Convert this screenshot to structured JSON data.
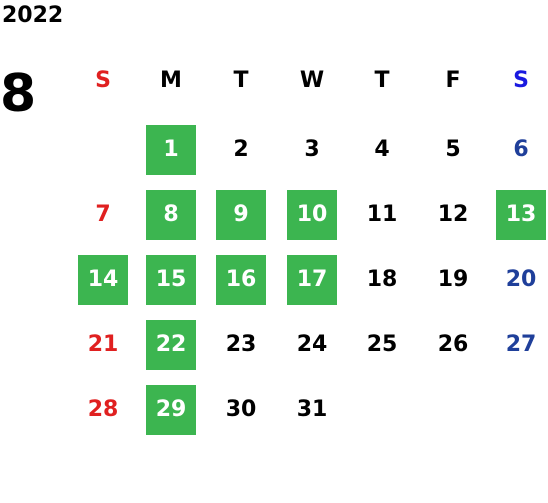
{
  "year": "2022",
  "month": "8",
  "colors": {
    "highlight": "#3cb550",
    "sunday": "#e02020",
    "saturday": "#1f3f9a",
    "saturday_header": "#1a1ae0",
    "weekday": "#000000",
    "highlight_text": "#ffffff"
  },
  "weekdays": [
    "S",
    "M",
    "T",
    "W",
    "T",
    "F",
    "S"
  ],
  "first_weekday_index": 1,
  "days": [
    {
      "label": "1",
      "highlighted": true
    },
    {
      "label": "2",
      "highlighted": false
    },
    {
      "label": "3",
      "highlighted": false
    },
    {
      "label": "4",
      "highlighted": false
    },
    {
      "label": "5",
      "highlighted": false
    },
    {
      "label": "6",
      "highlighted": false
    },
    {
      "label": "7",
      "highlighted": false
    },
    {
      "label": "8",
      "highlighted": true
    },
    {
      "label": "9",
      "highlighted": true
    },
    {
      "label": "10",
      "highlighted": true
    },
    {
      "label": "11",
      "highlighted": false
    },
    {
      "label": "12",
      "highlighted": false
    },
    {
      "label": "13",
      "highlighted": true
    },
    {
      "label": "14",
      "highlighted": true
    },
    {
      "label": "15",
      "highlighted": true
    },
    {
      "label": "16",
      "highlighted": true
    },
    {
      "label": "17",
      "highlighted": true
    },
    {
      "label": "18",
      "highlighted": false
    },
    {
      "label": "19",
      "highlighted": false
    },
    {
      "label": "20",
      "highlighted": false
    },
    {
      "label": "21",
      "highlighted": false
    },
    {
      "label": "22",
      "highlighted": true
    },
    {
      "label": "23",
      "highlighted": false
    },
    {
      "label": "24",
      "highlighted": false
    },
    {
      "label": "25",
      "highlighted": false
    },
    {
      "label": "26",
      "highlighted": false
    },
    {
      "label": "27",
      "highlighted": false
    },
    {
      "label": "28",
      "highlighted": false
    },
    {
      "label": "29",
      "highlighted": true
    },
    {
      "label": "30",
      "highlighted": false
    },
    {
      "label": "31",
      "highlighted": false
    }
  ]
}
